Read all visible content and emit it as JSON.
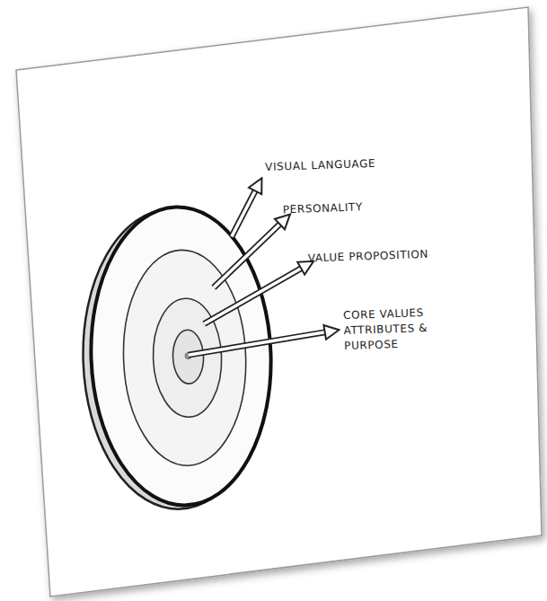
{
  "diagram": {
    "labels": [
      "VISUAL LANGUAGE",
      "PERSONALITY",
      "VALUE PROPOSITION",
      "CORE VALUES ATTRIBUTES & PURPOSE"
    ]
  }
}
